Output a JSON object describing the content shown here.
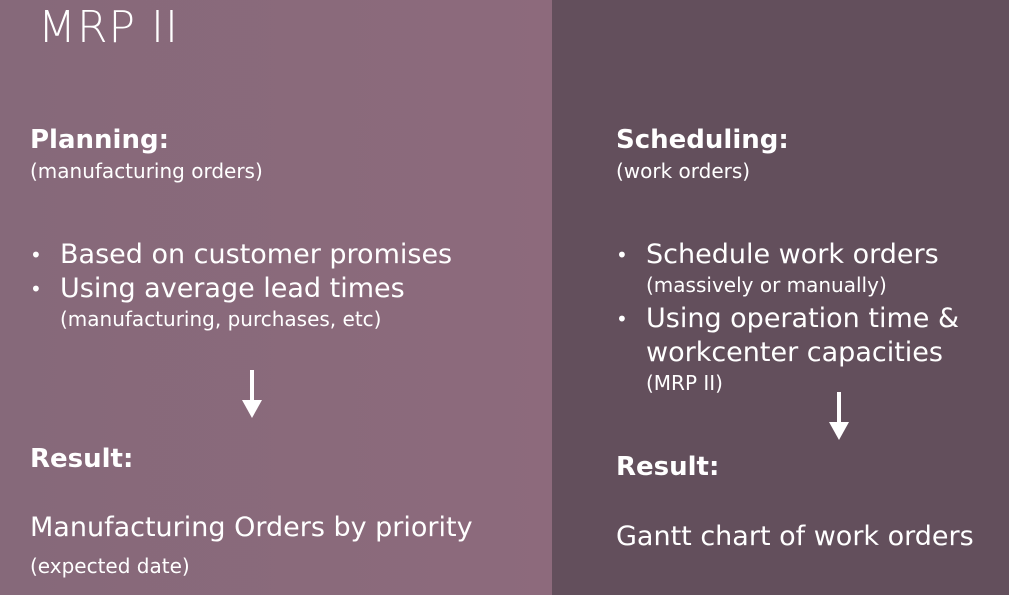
{
  "title": "MRP II",
  "left": {
    "heading": "Planning:",
    "subheading": "(manufacturing orders)",
    "bullets": [
      {
        "text": "Based on customer promises",
        "note": ""
      },
      {
        "text": "Using average lead times",
        "note": "(manufacturing, purchases, etc)"
      }
    ],
    "result_heading": "Result:",
    "result_text": "Manufacturing Orders by priority",
    "result_note": "(expected date)"
  },
  "right": {
    "heading": "Scheduling:",
    "subheading": "(work orders)",
    "bullets": [
      {
        "text": "Schedule work orders",
        "note": "(massively or manually)"
      },
      {
        "text": "Using operation time & workcenter capacities",
        "note": "(MRP II)"
      }
    ],
    "result_heading": "Result:",
    "result_text": "Gantt chart of work orders"
  },
  "bullet_glyph": "•",
  "colors": {
    "left_panel": "#8a697b",
    "right_panel": "#634f5c",
    "text": "#ffffff"
  }
}
